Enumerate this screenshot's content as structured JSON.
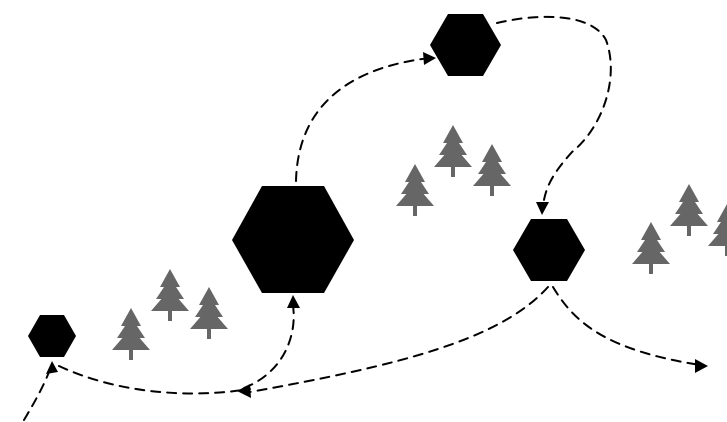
{
  "diagram": {
    "background": "#ffffff",
    "node_color": "#000000",
    "path_color": "#000000",
    "tree_color": "#666666",
    "nodes": [
      {
        "name": "small-left-node",
        "shape": "hexagon"
      },
      {
        "name": "large-center-node",
        "shape": "hexagon"
      },
      {
        "name": "top-node",
        "shape": "hexagon"
      },
      {
        "name": "right-node",
        "shape": "hexagon"
      }
    ],
    "edges": [
      {
        "from": "entry",
        "to": "small-left-node"
      },
      {
        "from": "small-left-node",
        "to": "path-arrow-mid"
      },
      {
        "from": "large-center-node",
        "to": "top-node"
      },
      {
        "from": "top-node",
        "to": "right-node"
      },
      {
        "from": "right-node",
        "to": "path-arrow-mid"
      },
      {
        "from": "path-arrow-mid",
        "to": "large-center-node"
      },
      {
        "from": "right-node",
        "to": "exit"
      }
    ],
    "tree_groups": [
      {
        "name": "trees-lower-left",
        "count": 3,
        "icon": "pine-tree-icon"
      },
      {
        "name": "trees-middle",
        "count": 3,
        "icon": "pine-tree-icon"
      },
      {
        "name": "trees-right",
        "count": 3,
        "icon": "pine-tree-icon"
      }
    ]
  }
}
